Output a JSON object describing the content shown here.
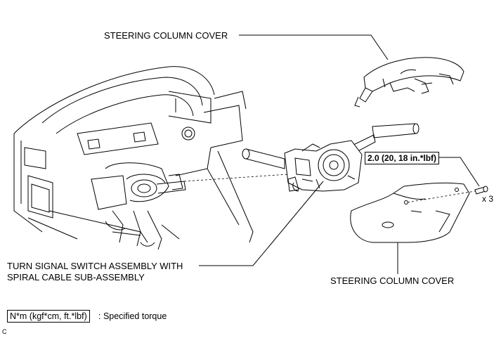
{
  "labels": {
    "cover_upper": "STEERING COLUMN COVER",
    "cover_lower": "STEERING COLUMN COVER",
    "switch_line1": "TURN SIGNAL SWITCH ASSEMBLY WITH",
    "switch_line2": "SPIRAL CABLE SUB-ASSEMBLY",
    "torque_value": "2.0 (20, 18 in.*lbf)",
    "quantity": "x 3",
    "legend_unit": "N*m (kgf*cm, ft.*lbf)",
    "legend_text": ": Specified torque",
    "corner_code": "C"
  },
  "colors": {
    "line": "#000000",
    "fill": "#ffffff",
    "shade": "#d9d9d9"
  }
}
